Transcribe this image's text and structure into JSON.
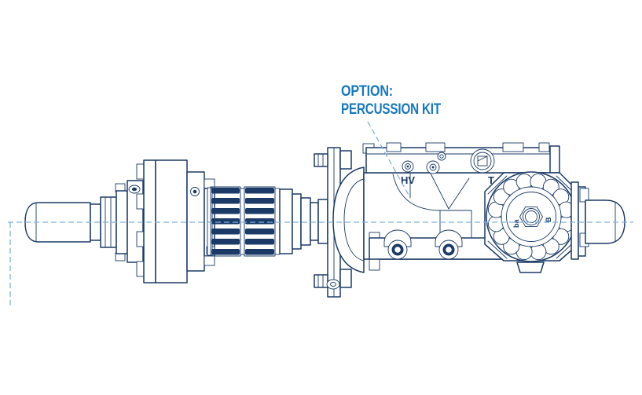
{
  "colors": {
    "background": "#ffffff",
    "line": "#1b3a66",
    "centerline": "#7fb2dc",
    "annotation": "#1878bc"
  },
  "annotation": {
    "line1": "OPTION:",
    "line2": "PERCUSSION KIT"
  },
  "port_labels": {
    "hv": "HV",
    "t": "T",
    "flange_left": "ba",
    "flange_right": "B"
  }
}
